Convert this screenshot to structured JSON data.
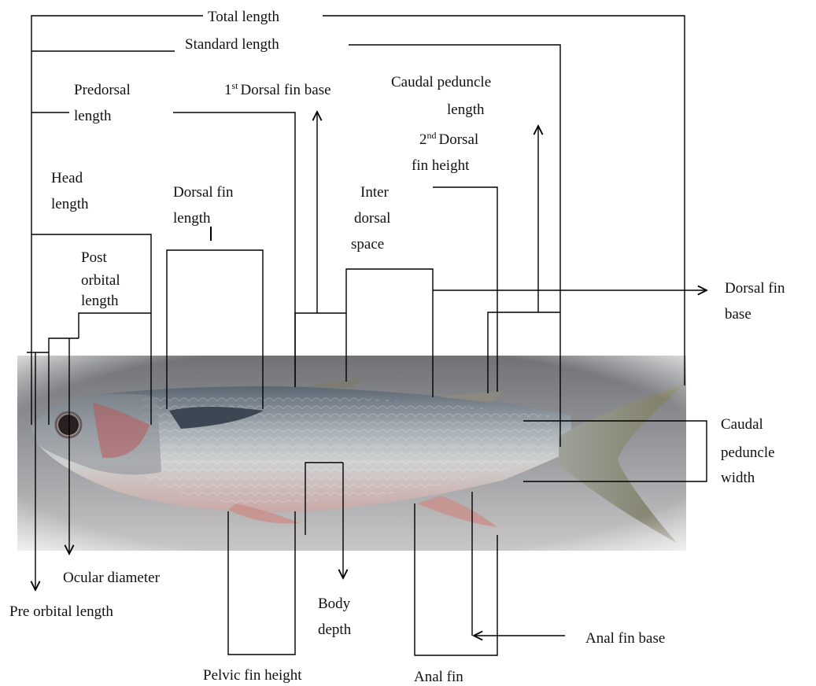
{
  "labels": {
    "total_length": "Total length",
    "standard_length": "Standard  length",
    "predorsal_length_line1": "Predorsal",
    "predorsal_length_line2": "length",
    "first_dorsal_base_sup": "st",
    "first_dorsal_base_num": "1",
    "first_dorsal_base_text": "Dorsal fin base",
    "caudal_peduncle_length_line1": "Caudal peduncle",
    "caudal_peduncle_length_line2": "length",
    "second_dorsal_num": "2",
    "second_dorsal_sup": "nd",
    "second_dorsal_line1": "Dorsal",
    "second_dorsal_line2": "fin height",
    "head_length_line1": "Head",
    "head_length_line2": "length",
    "dorsal_fin_length_line1": "Dorsal fin",
    "dorsal_fin_length_line2": "length",
    "inter_dorsal_line1": "Inter",
    "inter_dorsal_line2": "dorsal",
    "inter_dorsal_line3": "space",
    "post_orbital_line1": "Post",
    "post_orbital_line2": "orbital",
    "post_orbital_line3": "length",
    "dorsal_fin_base_line1": "Dorsal fin",
    "dorsal_fin_base_line2": "base",
    "caudal_peduncle_width_line1": "Caudal",
    "caudal_peduncle_width_line2": "peduncle",
    "caudal_peduncle_width_line3": "width",
    "ocular_diameter": "Ocular diameter",
    "pre_orbital_length": "Pre orbital length",
    "body_depth_line1": "Body",
    "body_depth_line2": "depth",
    "anal_fin_base": "Anal fin base",
    "pelvic_fin_height": "Pelvic fin height",
    "anal_fin": "Anal fin"
  },
  "colors": {
    "line": "#000000",
    "text": "#111111",
    "fish_back": "#6f7b86",
    "fish_belly": "#d9c7c2",
    "fin": "#8f8a78",
    "photo_bg": "#8a8a8e"
  }
}
